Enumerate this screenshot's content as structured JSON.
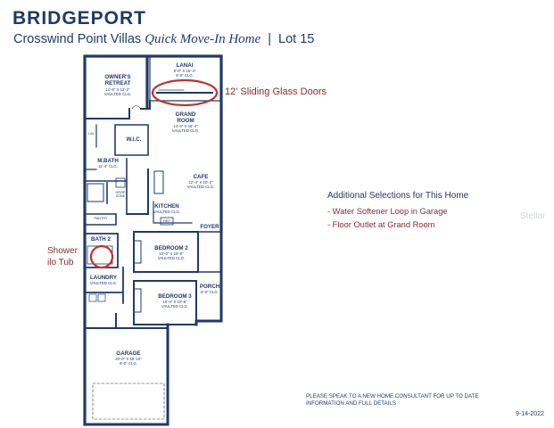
{
  "header": {
    "model_name": "BRIDGEPORT",
    "community": "Crosswind Point Villas",
    "home_type": "Quick Move-In Home",
    "separator": "|",
    "lot": "Lot 15"
  },
  "rooms": {
    "owners_retreat": {
      "name": "OWNER'S\nRETREAT",
      "dims": "14'-8\" X 13'-2\"\nVAULTED CLG."
    },
    "lanai": {
      "name": "LANAI",
      "dims": "8'-0\" X 15'-4\"\n8'-0\" CLG."
    },
    "grand_room": {
      "name": "GRAND\nROOM",
      "dims": "14'-0\" X 15'-4\"\nVAULTED CLG."
    },
    "wic": {
      "name": "W.I.C."
    },
    "m_bath": {
      "name": "M.BATH",
      "dims": "11'-4\" CLG."
    },
    "cafe": {
      "name": "CAFE",
      "dims": "12'-4\" X 10'-2\"\nVAULTED CLG."
    },
    "kitchen": {
      "name": "KITCHEN",
      "dims": "VAULTED CLG."
    },
    "pantry": {
      "name": "PANTRY"
    },
    "bath2": {
      "name": "BATH 2"
    },
    "foyer": {
      "name": "FOYER"
    },
    "bedroom2": {
      "name": "BEDROOM 2",
      "dims": "10'-0\" X 10'-8\"\nVAULTED CLG."
    },
    "laundry": {
      "name": "LAUNDRY",
      "dims": "VAULTED CLG."
    },
    "bedroom3": {
      "name": "BEDROOM 3",
      "dims": "10'-0\" X 10'-8\"\nVAULTED CLG."
    },
    "porch": {
      "name": "PORCH",
      "dims": "8'-0\" CLG."
    },
    "garage": {
      "name": "GARAGE",
      "dims": "20'-0\" X 19'-10\"\n8'-0\" CLG."
    },
    "lin": "LIN",
    "ref": "REF",
    "drop_zone": "DROP\nZONE"
  },
  "callouts": {
    "sliding_doors": "12' Sliding Glass Doors",
    "shower": "Shower\nilo Tub"
  },
  "selections": {
    "heading": "Additional Selections for This Home",
    "items": [
      "- Water Softener Loop in Garage",
      "- Floor Outlet at Grand Room"
    ]
  },
  "watermark": "Stellar",
  "footer": {
    "disclaimer": "PLEASE SPEAK TO A NEW HOME CONSULTANT FOR UP TO DATE\nINFORMATION AND FULL DETAILS",
    "date": "9-14-2022"
  },
  "colors": {
    "navy": "#1f3a68",
    "callout_red": "#8b2a2a",
    "circle_red": "#c0302f"
  }
}
